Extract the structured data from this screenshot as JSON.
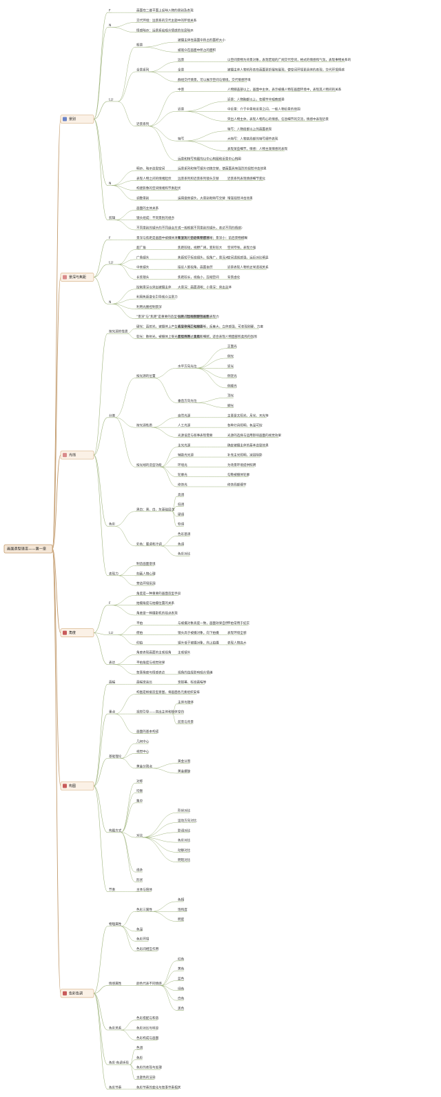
{
  "root": "画面造型语言——第一章",
  "branches": [
    {
      "label": "景别",
      "icon": "pin-icon",
      "color": "#6b84c8",
      "nodes": [
        {
          "label": "F",
          "children": [
            {
              "label": "画面在二维平面上反映入物的景别及表现"
            }
          ]
        },
        {
          "label": "N",
          "children": [
            {
              "label": "交代环境：远景系的交代主题中的环境关系"
            },
            {
              "label": "情感暗示：远景系给观众情感的信息暗示"
            }
          ]
        },
        {
          "label": "LLI",
          "children": [
            {
              "label": "框景",
              "children": [
                {
                  "label": "被摄主体在画面中所占的面积大小"
                },
                {
                  "label": "被观众在画面中所占的面积"
                }
              ]
            },
            {
              "label": "全景系列",
              "children": [
                {
                  "label": "远景",
                  "children": [
                    {
                      "label": "以空间景物为背景对象，表现宏观的广阔交代空间，格式的情感和气氛，表现事物关系的"
                    }
                  ]
                },
                {
                  "label": "全景",
                  "children": [
                    {
                      "label": "被摄主体人物的形态在画面更舒展地展现，使空间环境更具体的表现，交代环境情感"
                    }
                  ]
                },
                {
                  "label": "群组交代情景，可以展示空间与情境，交代情感环境"
                }
              ]
            },
            {
              "label": "近景系列",
              "children": [
                {
                  "label": "中景",
                  "children": [
                    {
                      "label": "人物膝盖部以上，画面中主体，表示被摄人物在画面环境中，表现其人物间的关系"
                    }
                  ]
                },
                {
                  "label": "近景",
                  "children": [
                    {
                      "label": "近景：人物胸部以上，在细节中观察感受"
                    },
                    {
                      "label": "中近景：介于中景和近景之间，一般人物近景的范围"
                    },
                    {
                      "label": "突出人物主体，表现人物内心的情感，信息细节的交流，情感中表现近景"
                    }
                  ]
                },
                {
                  "label": "特写",
                  "children": [
                    {
                      "label": "特写：人物肩部以上的画面表现"
                    },
                    {
                      "label": "大特写：人物某局部的特写细节表现"
                    },
                    {
                      "label": "表现某些细节，情感：人物主观情感的表现"
                    }
                  ]
                },
                {
                  "label": "远景和特写构图均以中心构图和近景中心构图"
                }
              ]
            }
          ]
        },
        {
          "label": "N",
          "children": [
            {
              "label": "明示、暗示造型空间",
              "children": [
                {
                  "label": "远景系列和特写镜头切换交替，使画面具有强烈的视觉冲击效果"
                }
              ]
            },
            {
              "label": "表现人物之间的情绪起伏",
              "children": [
                {
                  "label": "远景系列和近景系列镜头交替",
                  "children": [
                    {
                      "label": "近景系列表现情感细节变化"
                    }
                  ]
                }
              ]
            },
            {
              "label": "构建影像的空间情绪和节奏起伏"
            },
            {
              "label": "调整景别",
              "children": [
                {
                  "label": "运用变焦镜头，大景别和特写交替",
                  "children": [
                    {
                      "label": "增强视觉冲击效果"
                    }
                  ]
                }
              ]
            }
          ]
        },
        {
          "label": "剪辑",
          "children": [
            {
              "label": "画面的主体关系"
            },
            {
              "label": "镜头组成：不同景别的组合"
            },
            {
              "label": "不同景别的镜头的不同组合方式",
              "children": [
                {
                  "label": "（一般根据不同景别的镜头，表达不同的情感）"
                }
              ]
            }
          ]
        }
      ]
    },
    {
      "label": "景深与焦距",
      "icon": "pin-icon",
      "color": "#d98a8a",
      "nodes": [
        {
          "label": "F",
          "children": [
            {
              "label": "景深与焦距是画面中被摄体清晰呈现的空间纵深范围",
              "children": [
                {
                  "label": "景深大：前后景物都清晰；景深小：前后景物模糊"
                }
              ]
            }
          ]
        },
        {
          "label": "LLI",
          "children": [
            {
              "label": "超广角",
              "children": [
                {
                  "label": "焦距较短，视野广阔，变形较大",
                  "children": [
                    {
                      "label": "空间夸张，表现力强"
                    }
                  ]
                }
              ]
            },
            {
              "label": "广角镜头",
              "children": [
                {
                  "label": "焦距短于标准镜头，视角广，景深大",
                  "children": [
                    {
                      "label": "空间透视感强，远近对比明显"
                    }
                  ]
                }
              ]
            },
            {
              "label": "中焦镜头",
              "children": [
                {
                  "label": "接近人眼视角，画面自然",
                  "children": [
                    {
                      "label": "近景表现人物的正常透视关系"
                    }
                  ]
                }
              ]
            },
            {
              "label": "长焦镜头",
              "children": [
                {
                  "label": "焦距较长，视角小，压缩空间",
                  "children": [
                    {
                      "label": "背景虚化"
                    }
                  ]
                }
              ]
            }
          ]
        },
        {
          "label": "N",
          "children": [
            {
              "label": "控制景深以突出被摄主体",
              "children": [
                {
                  "label": "大景深：画面清晰；小景深：突出主体"
                }
              ]
            },
            {
              "label": "利用焦距变化引导观众注意力"
            },
            {
              "label": "利用光圈控制景深"
            },
            {
              "label": "\"景深\"与\"焦距\"是重要的造型手段，影响画面空间感",
              "children": [
                {
                  "label": "运用得当能够增强画面表现力"
                }
              ]
            }
          ]
        }
      ]
    },
    {
      "label": "光线",
      "icon": "star-icon",
      "color": "#d98a8a",
      "nodes": [
        {
          "label": "按光源的性质",
          "children": [
            {
              "label": "硬光：直射光，被摄体上产生明显受光面和阴影",
              "children": [
                {
                  "label": "造型作用：轮廓清晰，反差大，立体感强，可表现刚硬、力度"
                }
              ]
            },
            {
              "label": "软光：散射光，被摄体上受光面和阴影过渡柔和",
              "children": [
                {
                  "label": "造型作用：柔和、细腻，适合表现人物面部和柔和的氛围"
                }
              ]
            }
          ]
        },
        {
          "label": "分类",
          "children": [
            {
              "label": "按光源的位置",
              "children": [
                {
                  "label": "水平方向光位",
                  "children": [
                    {
                      "label": "正面光"
                    },
                    {
                      "label": "侧光"
                    },
                    {
                      "label": "逆光"
                    },
                    {
                      "label": "侧逆光"
                    },
                    {
                      "label": "侧顺光"
                    }
                  ]
                },
                {
                  "label": "垂直方向光位",
                  "children": [
                    {
                      "label": "顶光"
                    },
                    {
                      "label": "脚光"
                    }
                  ]
                }
              ]
            },
            {
              "label": "按光源性质",
              "children": [
                {
                  "label": "自然光源",
                  "children": [
                    {
                      "label": "主要是太阳光、月光、天光等"
                    }
                  ]
                },
                {
                  "label": "人工光源",
                  "children": [
                    {
                      "label": "各种灯具照明，色温可控"
                    }
                  ]
                },
                {
                  "label": "光源设定与叙事表现需要",
                  "children": [
                    {
                      "label": "光源的选择与运用影响画面的视觉效果"
                    }
                  ]
                }
              ]
            },
            {
              "label": "按光线的造型功能",
              "children": [
                {
                  "label": "主光光源",
                  "children": [
                    {
                      "label": "确定被摄主体的基本造型效果"
                    }
                  ]
                },
                {
                  "label": "辅助光光源",
                  "children": [
                    {
                      "label": "补充主光照明，减弱阴影"
                    }
                  ]
                },
                {
                  "label": "环境光",
                  "children": [
                    {
                      "label": "为场景环境提供照明"
                    }
                  ]
                },
                {
                  "label": "轮廓光",
                  "children": [
                    {
                      "label": "勾勒被摄体轮廓"
                    }
                  ]
                },
                {
                  "label": "修饰光",
                  "children": [
                    {
                      "label": "修饰局部细节"
                    }
                  ]
                }
              ]
            }
          ]
        },
        {
          "label": "色彩",
          "children": [
            {
              "label": "黑白：黑、白、灰基础层次",
              "children": [
                {
                  "label": "高调"
                },
                {
                  "label": "低调"
                },
                {
                  "label": "硬调"
                },
                {
                  "label": "软调"
                }
              ]
            },
            {
              "label": "彩色：暖调和冷调",
              "children": [
                {
                  "label": "色彩基调"
                },
                {
                  "label": "色调"
                },
                {
                  "label": "色彩对比"
                }
              ]
            }
          ]
        },
        {
          "label": "表现力",
          "children": [
            {
              "label": "制造画面意境"
            },
            {
              "label": "刻画人物心理"
            },
            {
              "label": "营造环境氛围"
            }
          ]
        }
      ]
    },
    {
      "label": "角度",
      "icon": "flag-icon",
      "color": "#c85a5a",
      "nodes": [
        {
          "label": "F",
          "children": [
            {
              "label": "角度是一种重要的画面造型手段"
            },
            {
              "label": "拍摄角度与拍摄位置的关系"
            },
            {
              "label": "角度是一种摄影机的视点表现"
            }
          ]
        },
        {
          "label": "LLI",
          "children": [
            {
              "label": "平拍",
              "children": [
                {
                  "label": "与被摄对象高度一致，画面效果自然",
                  "children": [
                    {
                      "label": "平拍常用于纪实"
                    }
                  ]
                }
              ]
            },
            {
              "label": "俯拍",
              "children": [
                {
                  "label": "镜头高于被摄对象，向下拍摄",
                  "children": [
                    {
                      "label": "表现环境全貌"
                    }
                  ]
                }
              ]
            },
            {
              "label": "仰拍",
              "children": [
                {
                  "label": "镜头低于被摄对象，向上拍摄",
                  "children": [
                    {
                      "label": "表现人物高大"
                    }
                  ]
                }
              ]
            }
          ]
        },
        {
          "label": "表达",
          "children": [
            {
              "label": "角度表现画面的主观视角",
              "children": [
                {
                  "label": "主观镜头"
                }
              ]
            },
            {
              "label": "平拍角度与视觉效果"
            },
            {
              "label": "叙事角度与情感表达",
              "children": [
                {
                  "label": "视角的选择影响观众情绪"
                }
              ]
            }
          ]
        }
      ]
    },
    {
      "label": "构图",
      "icon": "star-icon",
      "color": "#c85a5a",
      "nodes": [
        {
          "label": "画幅",
          "children": [
            {
              "label": "画幅宽高比",
              "children": [
                {
                  "label": "宽银幕、标准画幅等"
                }
              ]
            }
          ]
        },
        {
          "label": "重点",
          "children": [
            {
              "label": "构图是根据造型意图，将画面各元素组织安排"
            },
            {
              "label": "视觉引导——突出主体和陪体",
              "children": [
                {
                  "label": "主体与陪体"
                },
                {
                  "label": "空白"
                },
                {
                  "label": "前景与背景"
                }
              ]
            },
            {
              "label": "画面的基本构成"
            }
          ]
        },
        {
          "label": "基础理论",
          "children": [
            {
              "label": "几何中心"
            },
            {
              "label": "视觉中心"
            },
            {
              "label": "黄金分割点",
              "children": [
                {
                  "label": "黄金分割"
                },
                {
                  "label": "黄金螺旋"
                }
              ]
            }
          ]
        },
        {
          "label": "构图方式",
          "children": [
            {
              "label": "对称"
            },
            {
              "label": "均衡"
            },
            {
              "label": "集中"
            },
            {
              "label": "对比",
              "children": [
                {
                  "label": "形状对比"
                },
                {
                  "label": "运动方向对比"
                },
                {
                  "label": "影调对比"
                },
                {
                  "label": "色彩对比"
                },
                {
                  "label": "动静对比"
                },
                {
                  "label": "明暗对比"
                }
              ]
            },
            {
              "label": "线条"
            },
            {
              "label": "形状"
            }
          ]
        },
        {
          "label": "节奏",
          "children": [
            {
              "label": "主体与陪体"
            }
          ]
        }
      ]
    },
    {
      "label": "色彩色调",
      "icon": "heart-icon",
      "color": "#c85a5a",
      "nodes": [
        {
          "label": "物理属性",
          "children": [
            {
              "label": "色彩三属性",
              "children": [
                {
                  "label": "色相"
                },
                {
                  "label": "饱和度"
                },
                {
                  "label": "明度"
                }
              ]
            },
            {
              "label": "色温"
            },
            {
              "label": "色彩环境"
            },
            {
              "label": "色彩间相互作用"
            }
          ]
        },
        {
          "label": "情感属性",
          "children": [
            {
              "label": "颜色代表不同情感",
              "children": [
                {
                  "label": "红色"
                },
                {
                  "label": "黄色"
                },
                {
                  "label": "蓝色"
                },
                {
                  "label": "绿色"
                },
                {
                  "label": "白色"
                },
                {
                  "label": "黑色"
                }
              ]
            }
          ]
        },
        {
          "label": "色彩关系",
          "children": [
            {
              "label": "色彩搭配与和谐"
            },
            {
              "label": "色彩对比与呼应"
            },
            {
              "label": "色彩构成与画面"
            }
          ]
        },
        {
          "label": "色彩·色调手段",
          "children": [
            {
              "label": "色调"
            },
            {
              "label": "色彩"
            },
            {
              "label": "色彩的表现与处理"
            },
            {
              "label": "主题色的渲染"
            }
          ]
        },
        {
          "label": "色彩节奏",
          "children": [
            {
              "label": "色彩节奏的变化与叙事节奏相关"
            }
          ]
        }
      ]
    }
  ]
}
